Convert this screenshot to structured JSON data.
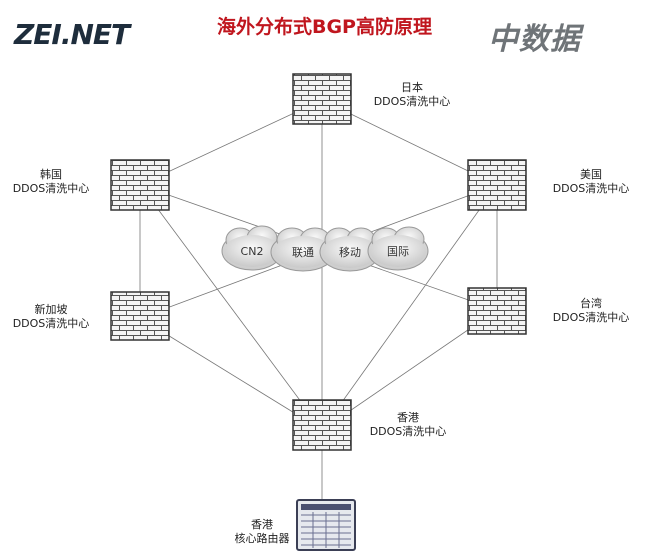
{
  "header": {
    "logo_left": "ZEI.NET",
    "title": "海外分布式BGP高防原理",
    "logo_right": "中数据"
  },
  "nodes": {
    "japan": {
      "name": "日本",
      "desc": "DDOS清洗中心"
    },
    "korea": {
      "name": "韩国",
      "desc": "DDOS清洗中心"
    },
    "usa": {
      "name": "美国",
      "desc": "DDOS清洗中心"
    },
    "singapore": {
      "name": "新加坡",
      "desc": "DDOS清洗中心"
    },
    "taiwan": {
      "name": "台湾",
      "desc": "DDOS清洗中心"
    },
    "hongkong": {
      "name": "香港",
      "desc": "DDOS清洗中心"
    },
    "core_router": {
      "name": "香港",
      "desc": "核心路由器"
    }
  },
  "clouds": [
    "CN2",
    "联通",
    "移动",
    "国际"
  ]
}
